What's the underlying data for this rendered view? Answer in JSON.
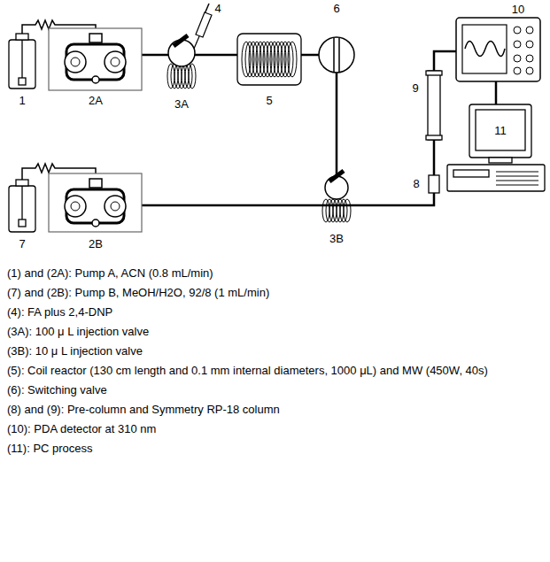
{
  "diagram": {
    "labels": [
      "1",
      "2A",
      "3A",
      "4",
      "5",
      "6",
      "7",
      "2B",
      "3B",
      "8",
      "9",
      "10",
      "11",
      "(1) and (2A): Pump A, ACN (0.8 mL/min)",
      "(7) and (2B): Pump B, MeOH/H2O, 92/8 (1 mL/min)",
      "(4): FA plus 2,4-DNP",
      "(3A): 100 μ L injection valve",
      "(3B): 10 μ L injection valve",
      "(5): Coil reactor (130 cm length and 0.1 mm internal diameters, 1000 μL) and MW (450W, 40s)",
      "(6): Switching valve",
      "(8) and (9): Pre-column and Symmetry RP-18 column",
      "(10): PDA detector at 310 nm",
      "(11): PC process"
    ]
  }
}
